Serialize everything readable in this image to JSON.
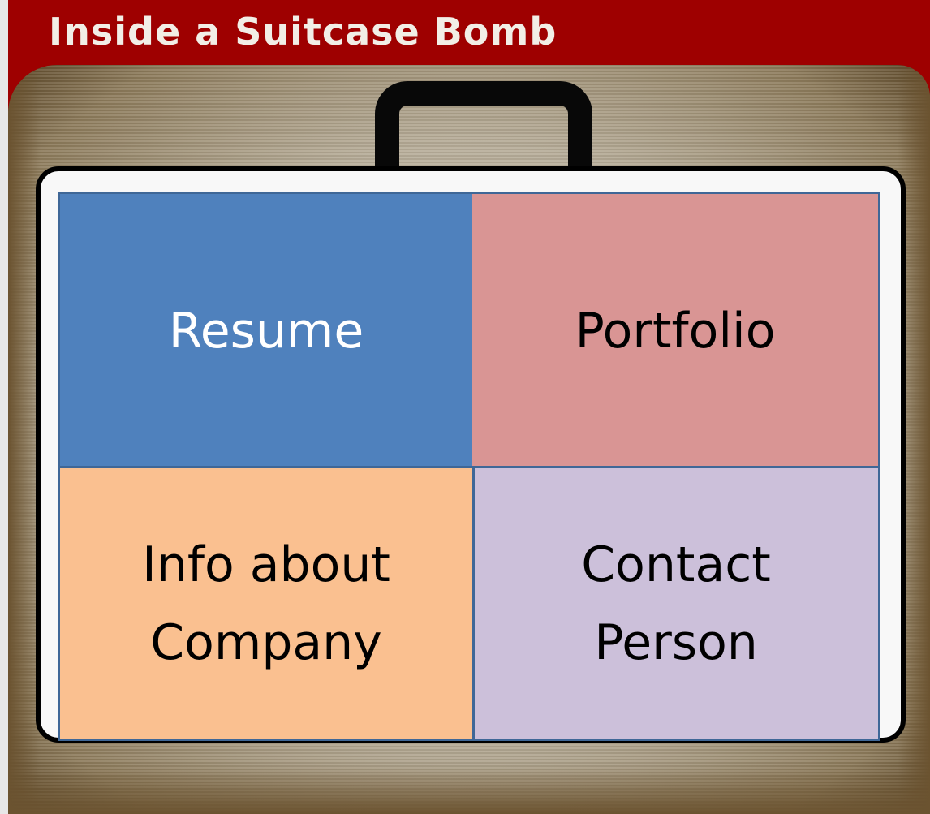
{
  "header": {
    "title": "Inside a Suitcase Bomb"
  },
  "suitcase": {
    "cells": {
      "resume": {
        "line1": "Resume",
        "color": "#4f81bd"
      },
      "portfolio": {
        "line1": "Portfolio",
        "color": "#d99594"
      },
      "info": {
        "line1": "Info about",
        "line2": "Company",
        "color": "#fac090"
      },
      "contact": {
        "line1": "Contact",
        "line2": "Person",
        "color": "#ccc0da"
      }
    }
  },
  "colors": {
    "header_bar": "#9e0000",
    "grid_border": "#3f6797"
  }
}
